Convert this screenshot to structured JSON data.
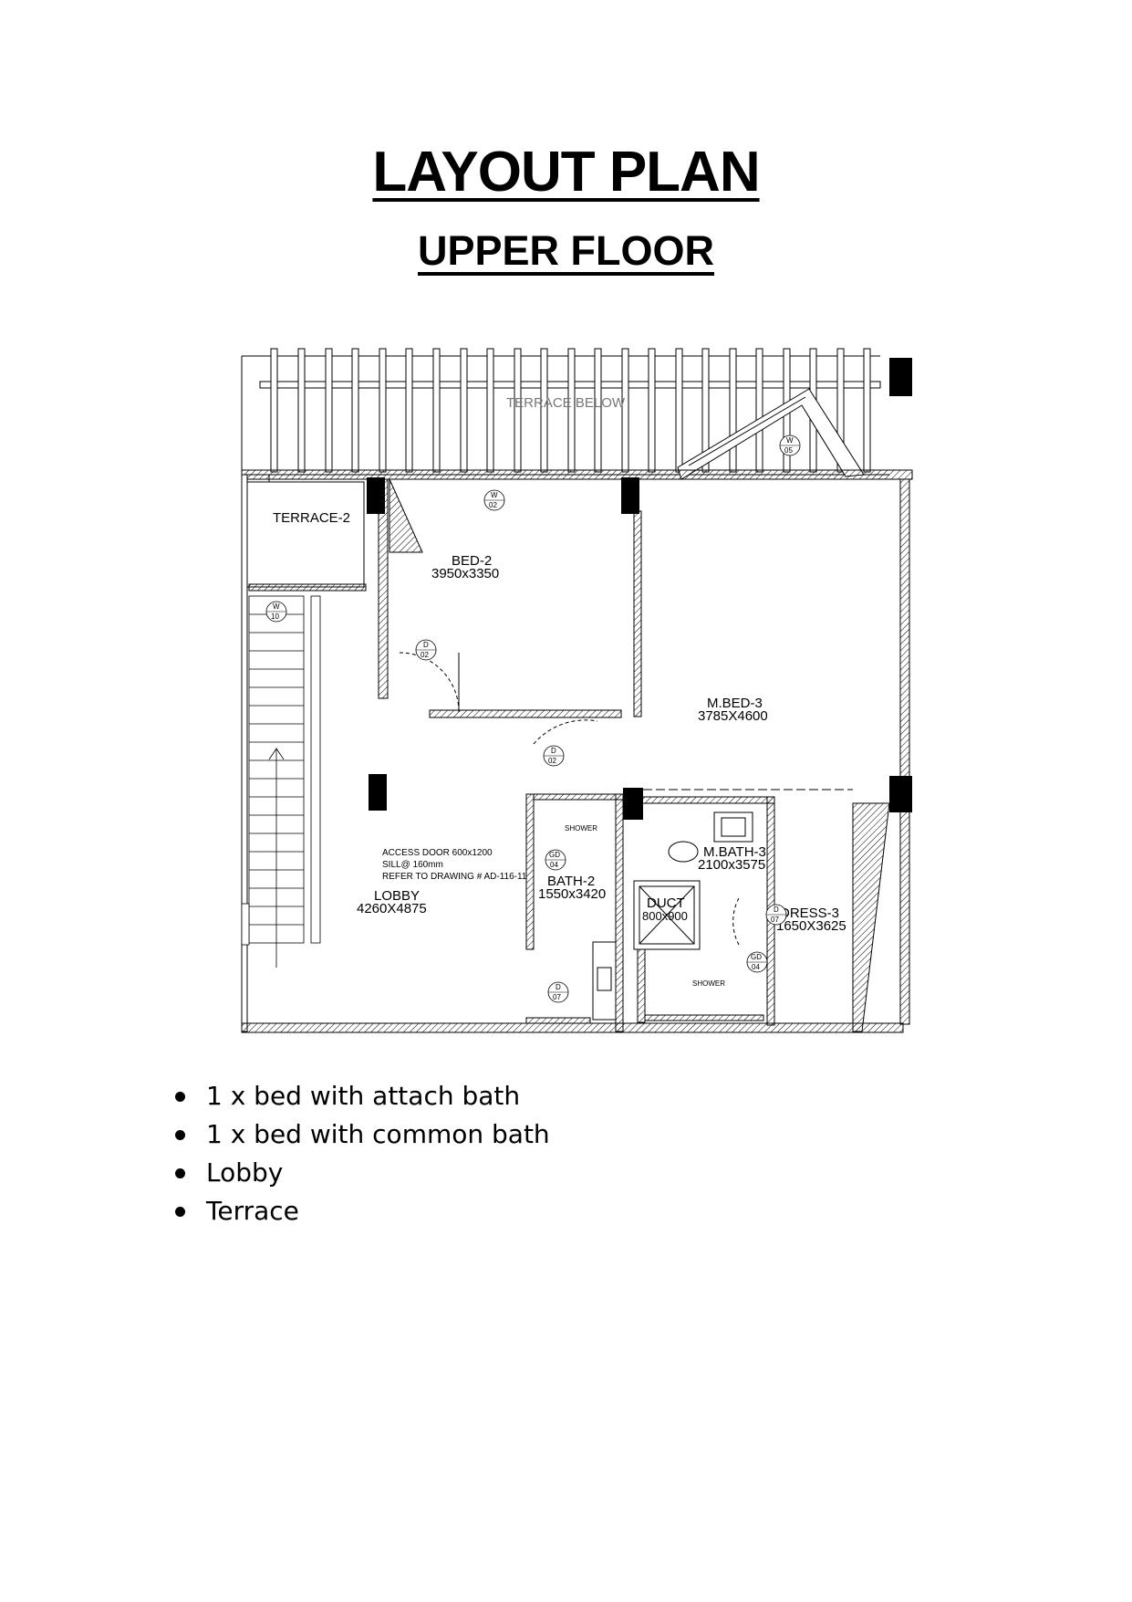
{
  "header": {
    "title": "LAYOUT PLAN",
    "subtitle": "UPPER FLOOR"
  },
  "plan": {
    "labels": {
      "terrace_below": "TERRACE BELOW",
      "terrace2": "TERRACE-2",
      "bed2_name": "BED-2",
      "bed2_size": "3950x3350",
      "mbed3_name": "M.BED-3",
      "mbed3_size": "3785X4600",
      "lobby_name": "LOBBY",
      "lobby_size": "4260X4875",
      "access_line1": "ACCESS DOOR 600x1200",
      "access_line2": "SILL@ 160mm",
      "access_line3": "REFER TO DRAWING # AD-116-11",
      "bath2_name": "BATH-2",
      "bath2_size": "1550x3420",
      "mbath3_name": "M.BATH-3",
      "mbath3_size": "2100x3575",
      "duct_name": "DUCT",
      "duct_size": "800x900",
      "dress3_name": "DRESS-3",
      "dress3_size": "1650X3625",
      "shower_1": "SHOWER",
      "shower_2": "SHOWER"
    },
    "tags": {
      "w05": [
        "W",
        "05"
      ],
      "w02": [
        "W",
        "02"
      ],
      "w10": [
        "W",
        "10"
      ],
      "d02a": [
        "D",
        "02"
      ],
      "d02b": [
        "D",
        "02"
      ],
      "gd04a": [
        "GD",
        "04"
      ],
      "d07a": [
        "D",
        "07"
      ],
      "d07b": [
        "D",
        "07"
      ],
      "gd04b": [
        "GD",
        "04"
      ]
    }
  },
  "features": [
    "1 x bed with attach bath",
    "1 x bed with common bath",
    "Lobby",
    "Terrace"
  ]
}
